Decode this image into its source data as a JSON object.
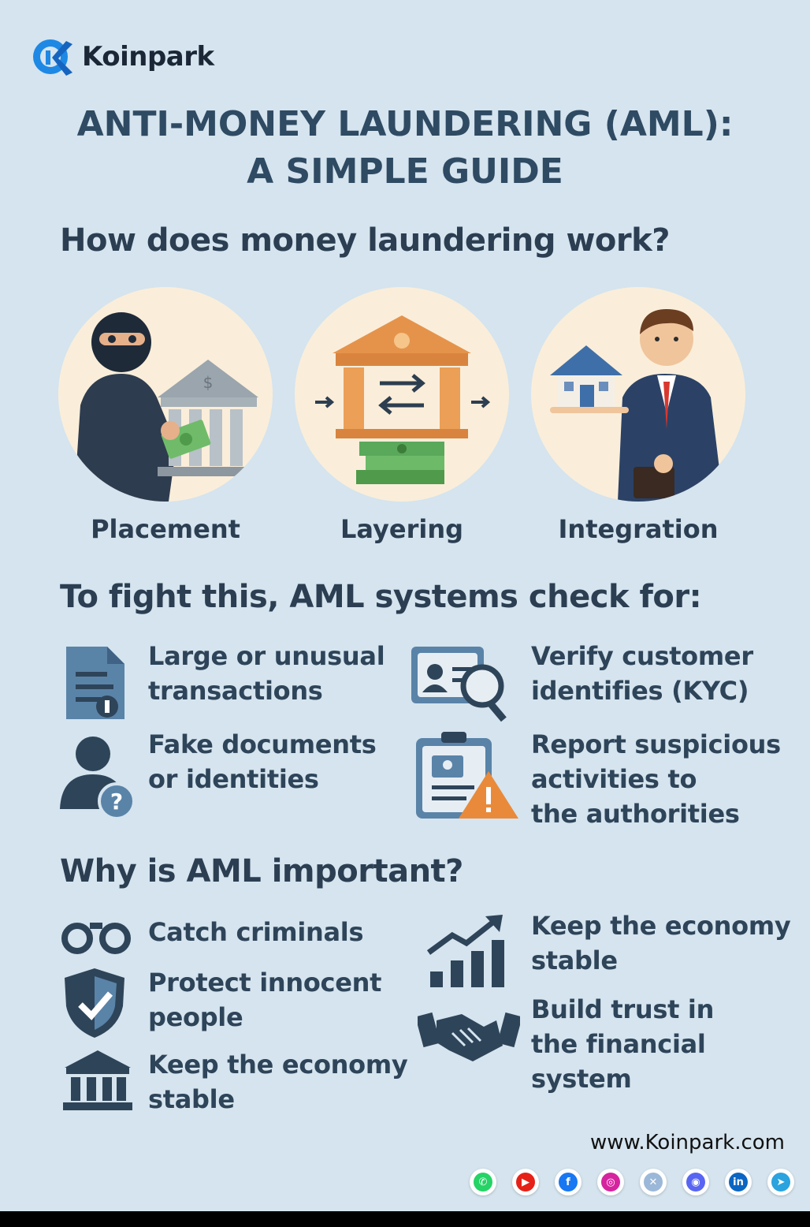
{
  "brand": {
    "name": "Koinpark",
    "logo_icon": "koinpark-logo-icon"
  },
  "title": {
    "line1": "ANTI-MONEY LAUNDERING (AML):",
    "line2": "A SIMPLE GUIDE"
  },
  "section1": {
    "heading": "How does money laundering work?",
    "stages": [
      {
        "label": "Placement",
        "icon": "thief-bank-icon"
      },
      {
        "label": "Layering",
        "icon": "bank-transfer-icon"
      },
      {
        "label": "Integration",
        "icon": "businessman-house-icon"
      }
    ]
  },
  "section2": {
    "heading": "To fight this, AML systems check for:",
    "items": [
      {
        "line1": "Large or unusual",
        "line2": "transactions",
        "icon": "document-alert-icon"
      },
      {
        "line1": "Verify customer",
        "line2": "identifies (KYC)",
        "icon": "id-card-search-icon"
      },
      {
        "line1": "Fake documents",
        "line2": "or identities",
        "icon": "unknown-person-icon"
      },
      {
        "line1": "Report suspicious",
        "line2": "activities to",
        "line3": "the authorities",
        "icon": "report-warning-icon"
      }
    ]
  },
  "section3": {
    "heading": "Why is AML important?",
    "items": [
      {
        "line1": "Catch criminals",
        "icon": "handcuffs-icon"
      },
      {
        "line1": "Keep the economy",
        "line2": "stable",
        "icon": "growth-chart-icon"
      },
      {
        "line1": "Protect innocent",
        "line2": "people",
        "icon": "shield-check-icon"
      },
      {
        "line1": "Build trust in",
        "line2": "the financial system",
        "icon": "handshake-icon"
      },
      {
        "line1": "Keep the economy",
        "line2": "stable",
        "icon": "bank-icon"
      }
    ]
  },
  "footer": {
    "url": "www.Koinpark.com",
    "socials": [
      {
        "name": "whatsapp",
        "glyph": "✆",
        "color": "#25d366"
      },
      {
        "name": "youtube",
        "glyph": "▶",
        "color": "#e62117"
      },
      {
        "name": "facebook",
        "glyph": "f",
        "color": "#1877f2"
      },
      {
        "name": "instagram",
        "glyph": "◎",
        "color": "#d6249f"
      },
      {
        "name": "x",
        "glyph": "✕",
        "color": "#9bb8d8"
      },
      {
        "name": "discord",
        "glyph": "◉",
        "color": "#5865f2"
      },
      {
        "name": "linkedin",
        "glyph": "in",
        "color": "#0a66c2"
      },
      {
        "name": "telegram",
        "glyph": "➤",
        "color": "#2aa3df"
      }
    ]
  }
}
